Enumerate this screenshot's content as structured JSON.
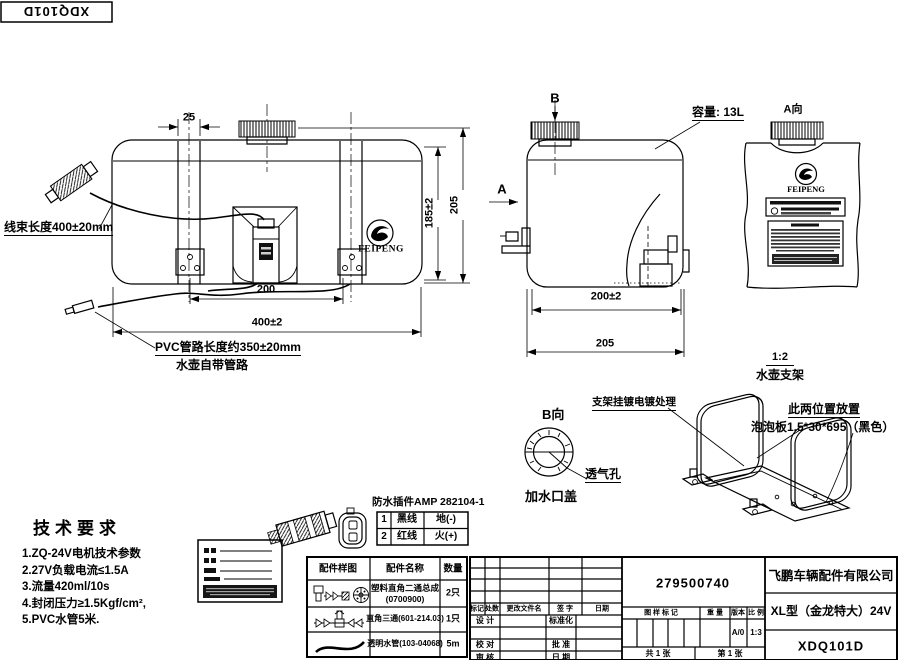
{
  "stamp": {
    "code": "XDQ101D"
  },
  "front_view": {
    "dim_strap_width": "25",
    "dim_inner_height": "185±2",
    "dim_height": "205",
    "dim_strap_spacing": "200",
    "dim_length": "400±2",
    "harness_label": "线束长度400±20mm",
    "pvc_label_line1": "PVC管路长度约350±20mm",
    "pvc_label_line2": "水壶自带管路",
    "logo_text": "FEIPENG"
  },
  "side_view": {
    "view_arrow_b": "B",
    "view_arrow_a": "A",
    "capacity_label": "容量: 13L",
    "dim_width": "200±2",
    "dim_width_outer": "205"
  },
  "a_view": {
    "title": "A向",
    "logo_text": "FEIPENG"
  },
  "b_view": {
    "title": "B向",
    "vent_label": "透气孔",
    "cap_label": "加水口盖"
  },
  "bracket_view": {
    "scale": "1:2",
    "name": "水壶支架",
    "plating_note": "支架挂镀电镀处理",
    "foam_note_line1": "此两位置放置",
    "foam_note_line2": "泡泡板1.5*30*695（黑色）"
  },
  "tech_requirements": {
    "title": "技术要求",
    "items": [
      "1.ZQ-24V电机技术参数",
      "2.27V负载电流≤1.5A",
      "3.流量420ml/10s",
      "4.封闭压力≥1.5Kgf/cm²,",
      "5.PVC水管5米."
    ]
  },
  "connector": {
    "title": "防水插件AMP 282104-1",
    "rows": [
      {
        "no": "1",
        "wire": "黑线",
        "pole": "地(-)"
      },
      {
        "no": "2",
        "wire": "红线",
        "pole": "火(+)"
      }
    ]
  },
  "parts_table": {
    "headers": [
      "配件样图",
      "配件名称",
      "数量"
    ],
    "rows": [
      {
        "name": "塑料直角二通总成",
        "name2": "(0700900)",
        "qty": "2只"
      },
      {
        "name": "直角三通(601-214.03)",
        "name2": "",
        "qty": "1只"
      },
      {
        "name": "透明水管(103-04068)",
        "name2": "",
        "qty": "5m"
      }
    ]
  },
  "title_block": {
    "part_number": "279500740",
    "company": "飞鹏车辆配件有限公司",
    "model": "XL型（金龙特大）24V",
    "drawing_number": "XDQ101D",
    "rev_headers": [
      "标记",
      "处数",
      "更改文件名",
      "签 字",
      "日期"
    ],
    "role_design": "设 计",
    "role_standard": "标准化",
    "role_check": "校 对",
    "role_approve": "批 准",
    "role_review": "审 核",
    "role_date": "日 期",
    "stamp_mark": "图 样 标 记",
    "weight": "重 量",
    "version_label": "版本",
    "scale_label": "比 例",
    "version": "A/0",
    "scale": "1:3",
    "sheet_total": "共 1 张",
    "sheet_no": "第 1 张"
  }
}
